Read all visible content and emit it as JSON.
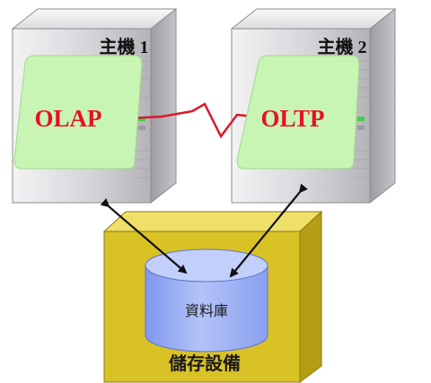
{
  "hosts": [
    {
      "label": "主機 1",
      "app": "OLAP"
    },
    {
      "label": "主機 2",
      "app": "OLTP"
    }
  ],
  "database": {
    "label": "資料庫"
  },
  "storage": {
    "label": "儲存設備"
  },
  "colors": {
    "app_text": "#e8102a",
    "app_box": "#c8f5b4",
    "link_line": "#d81a2a",
    "storage_box": "#d9c226",
    "cylinder": "#9fb3f4",
    "server_body": "#d9d9dc",
    "arrow": "#111111"
  }
}
